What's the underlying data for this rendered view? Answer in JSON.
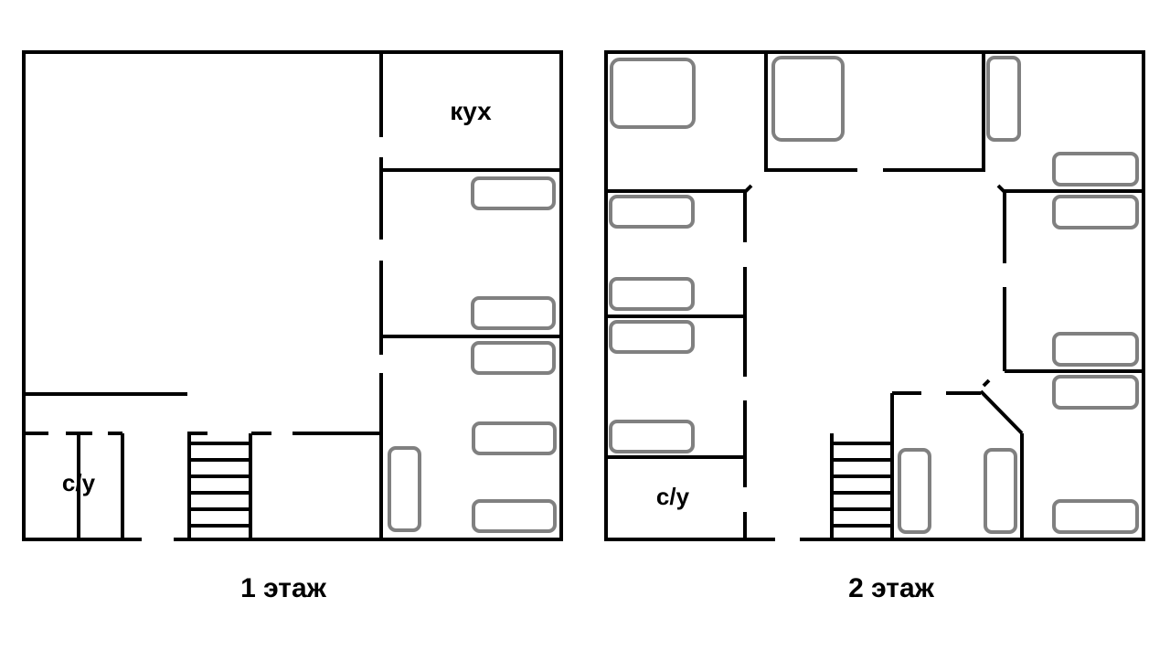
{
  "colors": {
    "wall": "#000000",
    "furniture": "#808080",
    "background": "#ffffff"
  },
  "floor1": {
    "caption": "1 этаж",
    "kitchen_label": "кух",
    "bathroom_label": "с/у"
  },
  "floor2": {
    "caption": "2 этаж",
    "bathroom_label": "с/у"
  }
}
